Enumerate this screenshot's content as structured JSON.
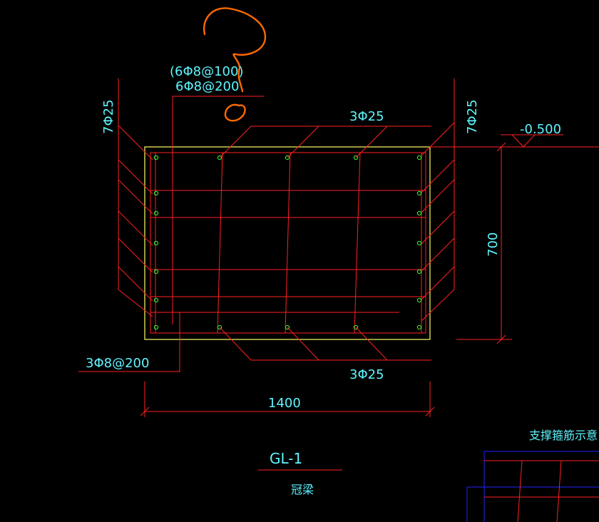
{
  "drawing": {
    "beam_id": "GL-1",
    "beam_name": "冠梁",
    "width_dim": "1400",
    "height_dim": "700",
    "elevation": "-0.500",
    "top_bars": "3Φ25",
    "bottom_bars": "3Φ25",
    "left_side_bars": "7Φ25",
    "right_side_bars": "7Φ25",
    "stirrup_paren": "(6Φ8@100)",
    "stirrup_main": "6Φ8@200",
    "tie_bars": "3Φ8@200",
    "support_bar_title": "支撑箍筋示意"
  },
  "colors": {
    "background": "#000000",
    "line_red": "#ff2020",
    "outline_yellow": "#ffff66",
    "text_cyan": "#5ff5ff",
    "dot_green": "#33ff33",
    "detail_blue": "#2222ff",
    "markup_orange": "#ff6a00"
  }
}
